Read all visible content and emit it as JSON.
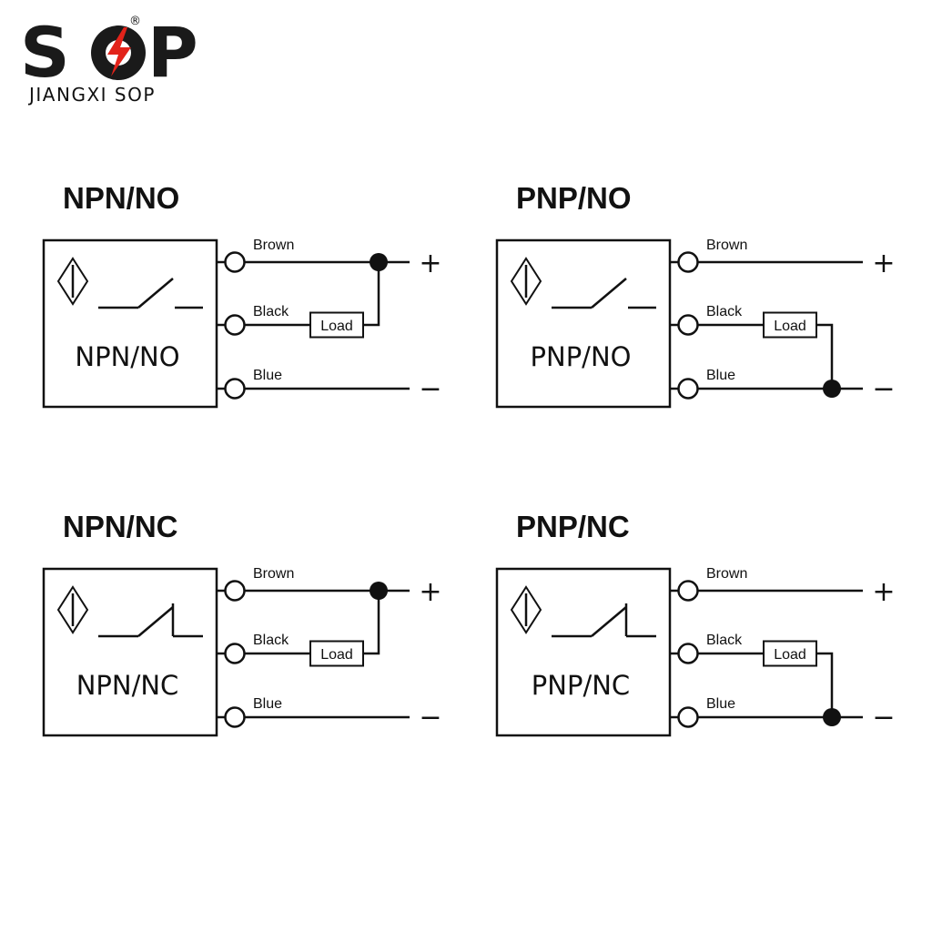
{
  "logo": {
    "letters": "SOP",
    "registered": "®",
    "company": "JIANGXI SOP",
    "accent_color": "#e2231a"
  },
  "diagrams": [
    {
      "key": "npn_no",
      "heading": "NPN/NO",
      "box_label": "NPN/NO",
      "type": "NPN",
      "contact": "NO",
      "wires": {
        "top": "Brown",
        "middle": "Black",
        "bottom": "Blue"
      },
      "load_label": "Load",
      "plus": "+",
      "minus": "−"
    },
    {
      "key": "pnp_no",
      "heading": "PNP/NO",
      "box_label": "PNP/NO",
      "type": "PNP",
      "contact": "NO",
      "wires": {
        "top": "Brown",
        "middle": "Black",
        "bottom": "Blue"
      },
      "load_label": "Load",
      "plus": "+",
      "minus": "−"
    },
    {
      "key": "npn_nc",
      "heading": "NPN/NC",
      "box_label": "NPN/NC",
      "type": "NPN",
      "contact": "NC",
      "wires": {
        "top": "Brown",
        "middle": "Black",
        "bottom": "Blue"
      },
      "load_label": "Load",
      "plus": "+",
      "minus": "−"
    },
    {
      "key": "pnp_nc",
      "heading": "PNP/NC",
      "box_label": "PNP/NC",
      "type": "PNP",
      "contact": "NC",
      "wires": {
        "top": "Brown",
        "middle": "Black",
        "bottom": "Blue"
      },
      "load_label": "Load",
      "plus": "+",
      "minus": "−"
    }
  ]
}
